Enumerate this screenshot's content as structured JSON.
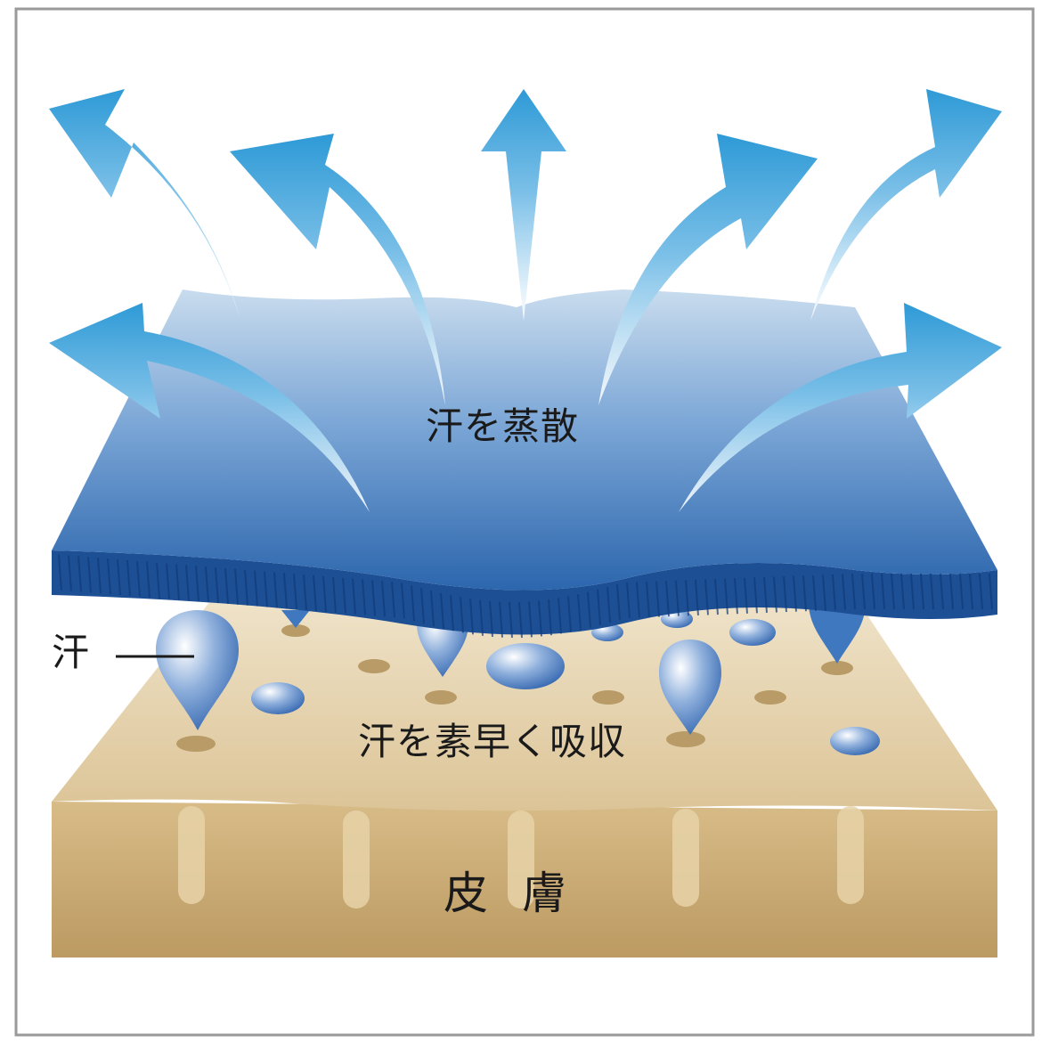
{
  "diagram": {
    "labels": {
      "evaporate": "汗を蒸散",
      "sweat": "汗",
      "absorb": "汗を素早く吸収",
      "skin": "皮膚"
    },
    "colors": {
      "frame_border": "#9a9a9a",
      "fabric_dark": "#2c66ad",
      "fabric_light": "#c9dcee",
      "fabric_edge": "#1d4f95",
      "arrow_blue": "#2e9ad6",
      "skin_top": "#ebdbb8",
      "skin_body": "#caa872",
      "pore": "#b89b66",
      "sweat_drop": "#3f78bf"
    },
    "icons": [
      "evaporation-arrow-icon",
      "sweat-drop-icon",
      "pore-icon"
    ]
  }
}
